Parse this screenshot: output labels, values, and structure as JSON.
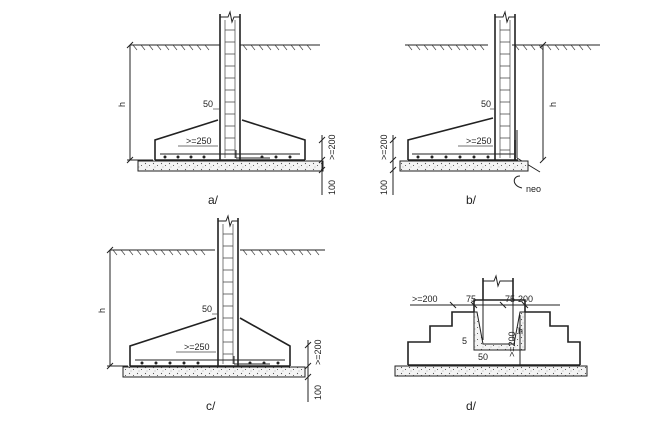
{
  "panels": [
    {
      "caption": "a/",
      "labels": {
        "h": "h",
        "fifty": "50",
        "ge250": ">=250",
        "ge200": ">=200",
        "hundred": "100"
      }
    },
    {
      "caption": "b/",
      "labels": {
        "h": "h",
        "fifty": "50",
        "ge250": ">=250",
        "ge200": ">=200",
        "hundred": "100",
        "neo": "neo"
      }
    },
    {
      "caption": "c/",
      "labels": {
        "h": "h",
        "fifty": "50",
        "ge250": ">=250",
        "ge200": ">=200",
        "hundred": "100"
      }
    },
    {
      "caption": "d/",
      "labels": {
        "ge200": ">=200",
        "s75a": "75",
        "s75b": "75",
        "s200": "200",
        "h": "h",
        "fifty": "50",
        "ge200v": ">=200",
        "five": "5"
      }
    }
  ]
}
